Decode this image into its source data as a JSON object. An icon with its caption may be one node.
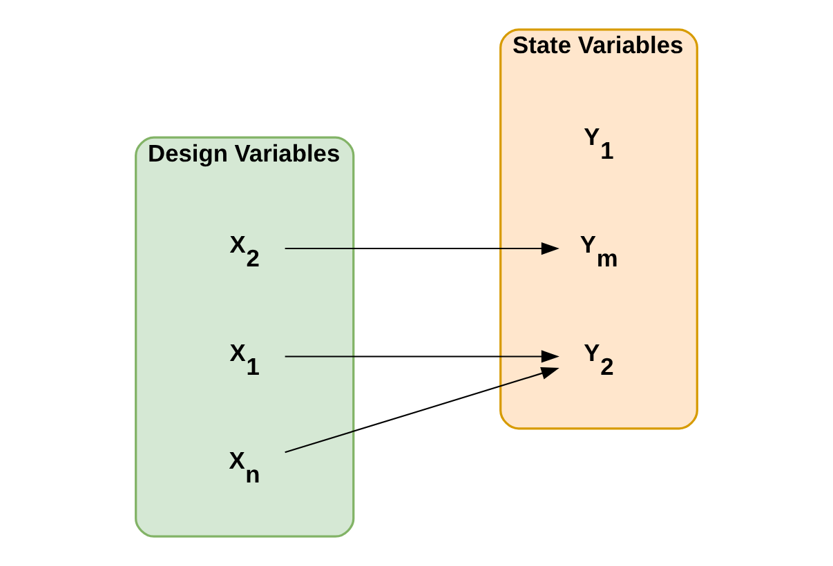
{
  "diagram": {
    "nodes": [
      {
        "text": [
          "Design Variables"
        ]
      },
      {
        "text": [
          "X$_{1}$"
        ],
        "in": 0
      },
      {
        "text": [
          "X$_{2}$"
        ],
        "in": 0
      },
      {
        "text": [
          "X$_{n}$"
        ],
        "in": 0
      },
      {
        "text": [
          "State Variables"
        ]
      },
      {
        "text": [
          "Y$_{1}$"
        ],
        "in": 4
      },
      {
        "text": [
          "Y$_{2}$"
        ],
        "in": 4
      },
      {
        "text": [
          "Y$_{m}$"
        ],
        "in": 4
      }
    ],
    "edges": [
      {
        "from": 1,
        "to": 6,
        "arrow": "to"
      },
      {
        "from": 2,
        "to": 7,
        "arrow": "to"
      },
      {
        "from": 3,
        "to": 6,
        "arrow": "to"
      }
    ]
  }
}
